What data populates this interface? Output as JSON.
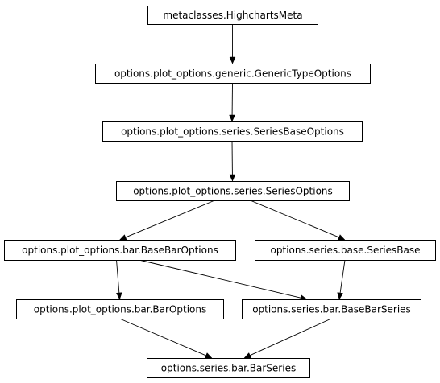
{
  "nodes": [
    {
      "id": "n0",
      "label": "metaclasses.HighchartsMeta"
    },
    {
      "id": "n1",
      "label": "options.plot_options.generic.GenericTypeOptions"
    },
    {
      "id": "n2",
      "label": "options.plot_options.series.SeriesBaseOptions"
    },
    {
      "id": "n3",
      "label": "options.plot_options.series.SeriesOptions"
    },
    {
      "id": "n4",
      "label": "options.plot_options.bar.BaseBarOptions"
    },
    {
      "id": "n5",
      "label": "options.series.base.SeriesBase"
    },
    {
      "id": "n6",
      "label": "options.plot_options.bar.BarOptions"
    },
    {
      "id": "n7",
      "label": "options.series.bar.BaseBarSeries"
    },
    {
      "id": "n8",
      "label": "options.series.bar.BarSeries"
    }
  ],
  "edges": [
    {
      "from": "n0",
      "to": "n1"
    },
    {
      "from": "n1",
      "to": "n2"
    },
    {
      "from": "n2",
      "to": "n3"
    },
    {
      "from": "n3",
      "to": "n4"
    },
    {
      "from": "n3",
      "to": "n5"
    },
    {
      "from": "n4",
      "to": "n6"
    },
    {
      "from": "n4",
      "to": "n7"
    },
    {
      "from": "n5",
      "to": "n7"
    },
    {
      "from": "n6",
      "to": "n8"
    },
    {
      "from": "n7",
      "to": "n8"
    }
  ]
}
